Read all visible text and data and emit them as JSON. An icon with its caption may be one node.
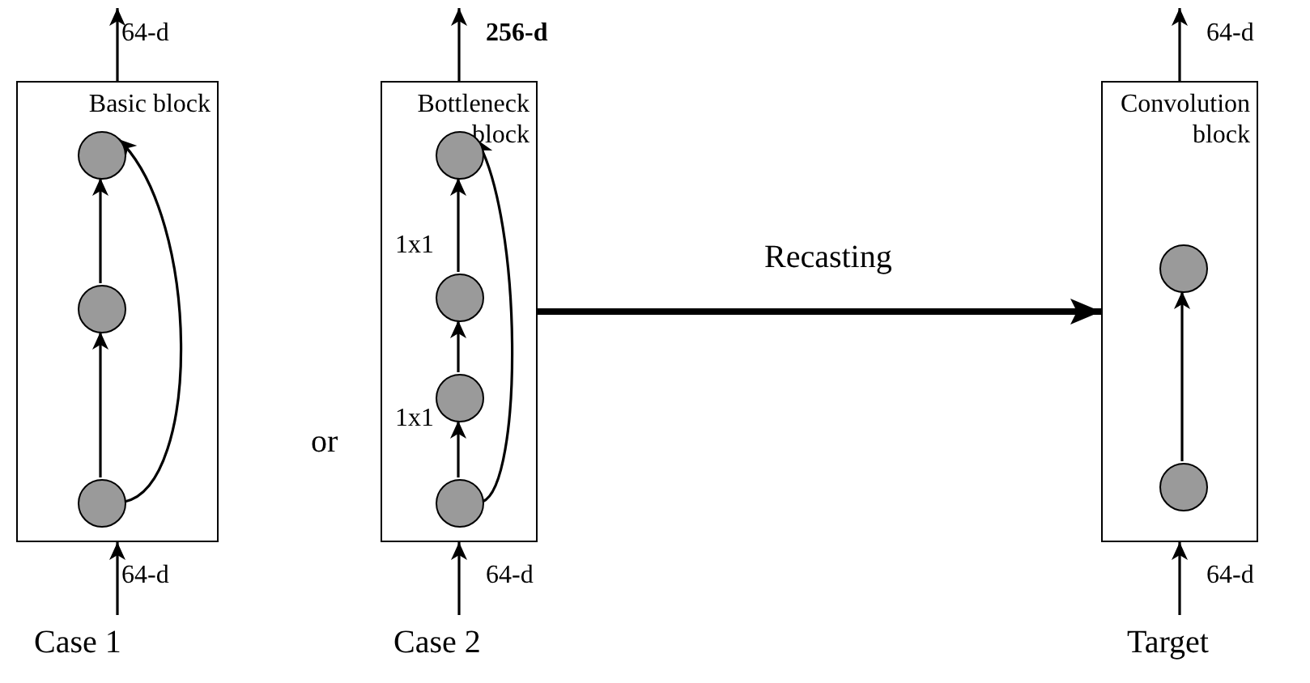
{
  "diagram": {
    "nodes": [
      {
        "text": [
          "Basic block"
        ],
        "beside": [
          "Case 1"
        ]
      },
      {
        "text": [],
        "shape": "circle",
        "in": 0
      },
      {
        "text": [],
        "shape": "circle",
        "in": 0
      },
      {
        "text": [],
        "shape": "circle",
        "in": 0
      },
      {
        "text": [
          "Bottleneck block"
        ],
        "beside": [
          "Case 2"
        ]
      },
      {
        "text": [],
        "shape": "circle",
        "in": 4
      },
      {
        "text": [],
        "shape": "circle",
        "in": 4
      },
      {
        "text": [],
        "shape": "circle",
        "in": 4
      },
      {
        "text": [],
        "shape": "circle",
        "in": 4
      },
      {
        "text": [
          "Convolution block"
        ],
        "beside": [
          "Target"
        ]
      },
      {
        "text": [],
        "shape": "circle",
        "in": 9
      },
      {
        "text": [],
        "shape": "circle",
        "in": 9
      }
    ],
    "edges": [
      {
        "from": null,
        "to": 0,
        "arrow": "to",
        "label": "64-d"
      },
      {
        "from": 0,
        "to": null,
        "arrow": "to",
        "label": "64-d"
      },
      {
        "from": 3,
        "to": 2,
        "arrow": "to"
      },
      {
        "from": 2,
        "to": 1,
        "arrow": "to"
      },
      {
        "from": 3,
        "to": 1,
        "arrow": "to"
      },
      {
        "from": null,
        "to": 4,
        "arrow": "to",
        "label": "64-d"
      },
      {
        "from": 4,
        "to": null,
        "arrow": "to",
        "label": "256-d"
      },
      {
        "from": 8,
        "to": 7,
        "arrow": "to",
        "label": "1x1"
      },
      {
        "from": 7,
        "to": 6,
        "arrow": "to"
      },
      {
        "from": 6,
        "to": 5,
        "arrow": "to",
        "label": "1x1"
      },
      {
        "from": 8,
        "to": 5,
        "arrow": "to"
      },
      {
        "from": 4,
        "to": 9,
        "arrow": "to",
        "label": "Recasting",
        "style": "thick"
      },
      {
        "from": null,
        "to": 9,
        "arrow": "to",
        "label": "64-d"
      },
      {
        "from": 9,
        "to": null,
        "arrow": "to",
        "label": "64-d"
      },
      {
        "from": 11,
        "to": 10,
        "arrow": "to"
      }
    ],
    "labels": [
      "or"
    ]
  }
}
